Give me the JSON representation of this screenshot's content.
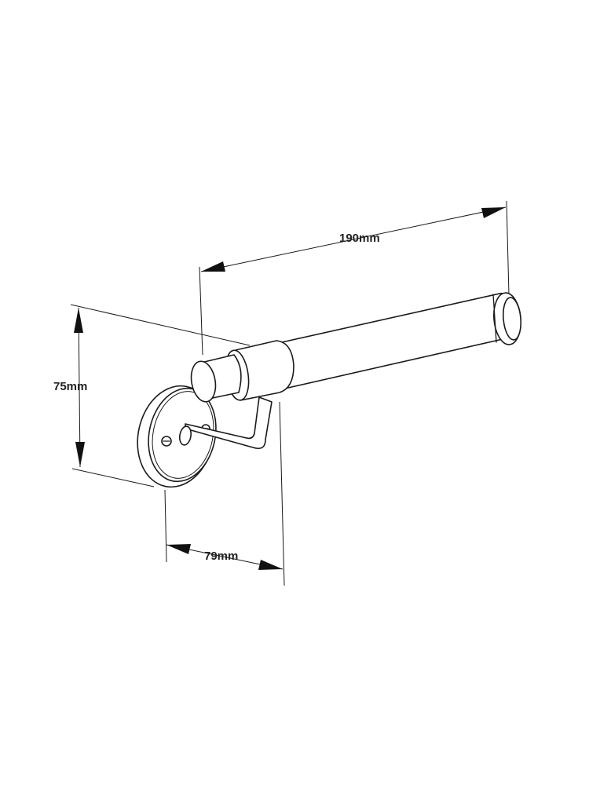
{
  "dimensions": {
    "length": "190mm",
    "height": "75mm",
    "projection": "79mm"
  },
  "colors": {
    "line": "#1a1a1a",
    "background": "#ffffff"
  }
}
